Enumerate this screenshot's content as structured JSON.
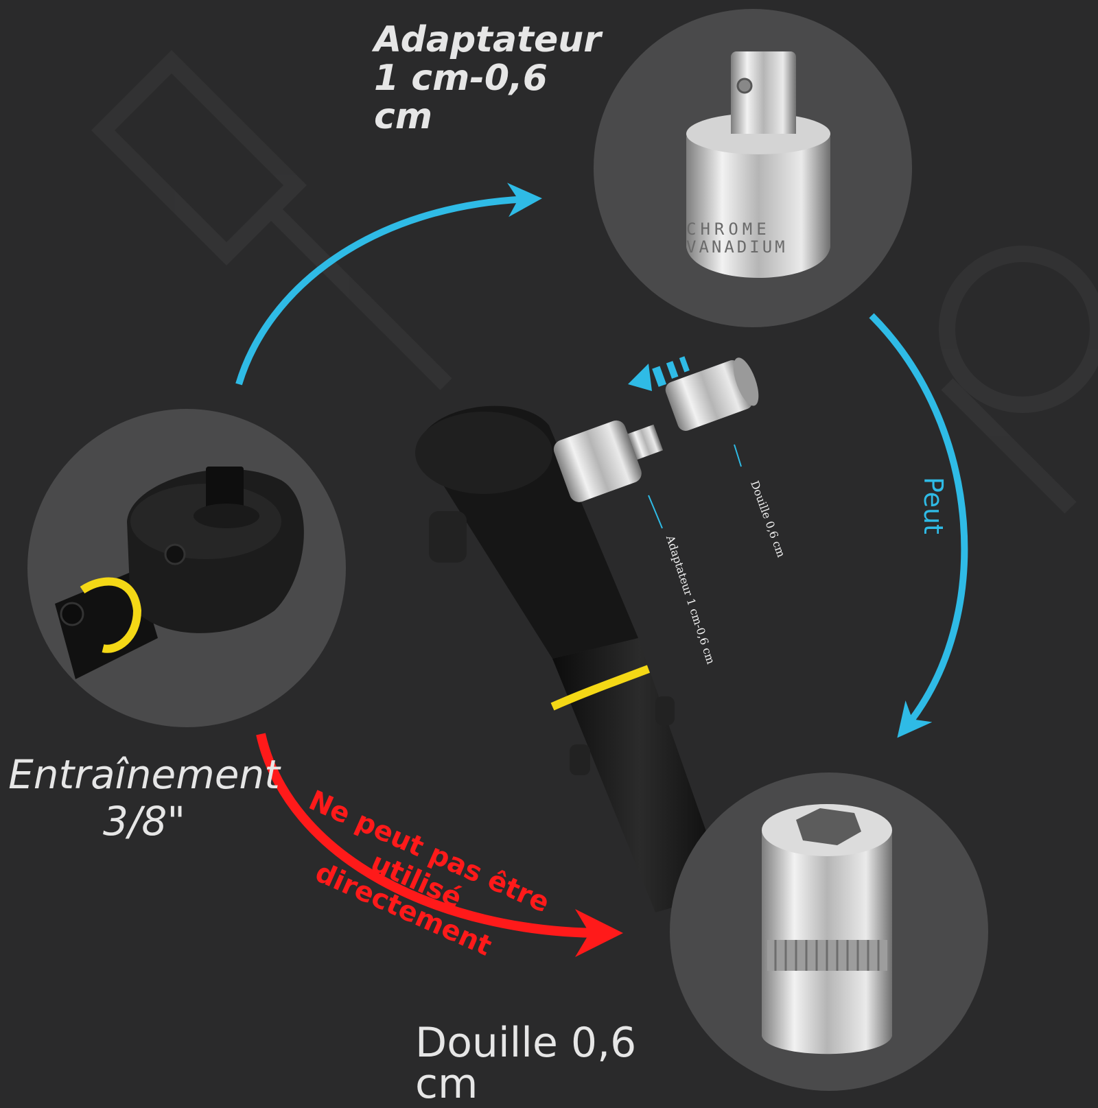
{
  "labels": {
    "adapter_lines": [
      "Adaptateur",
      "1 cm-0,6",
      "cm"
    ],
    "drive_lines": [
      "Entraînement",
      "3/8\""
    ],
    "socket": "Douille 0,6 cm",
    "can": "Peut",
    "cannot_lines": [
      "Ne peut pas être utilisé",
      "directement"
    ],
    "small_socket": "Douille 0,6 cm",
    "small_adapter": "Adaptateur 1 cm-0,6 cm"
  },
  "engraving": {
    "line1": "CHROME",
    "line2": "VANADIUM"
  },
  "colors": {
    "background": "#2a2a2b",
    "circle": "#4a4a4b",
    "arrow_blue": "#2fbbe6",
    "arrow_red": "#ff1a1a",
    "ring_yellow": "#f4d816",
    "chrome_light": "#e6e6e6",
    "chrome_dark": "#8a8a8a",
    "tool_black": "#151515"
  },
  "icons": [
    "ratchet-head-icon",
    "adapter-icon",
    "socket-icon"
  ]
}
